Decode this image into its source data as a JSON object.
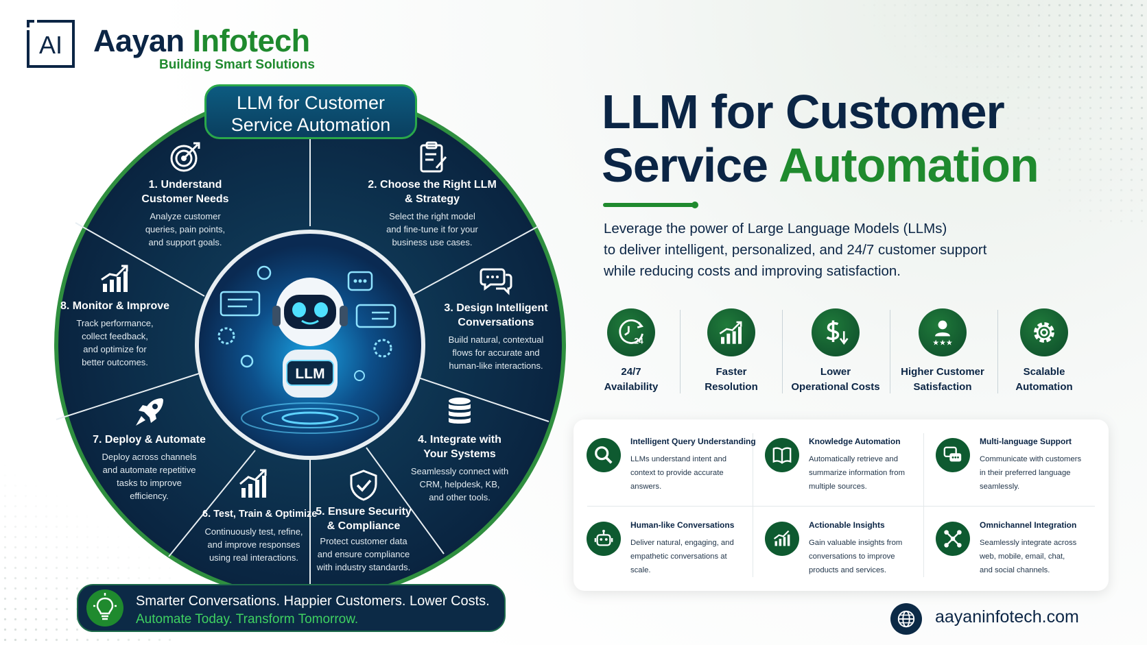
{
  "brand": {
    "logo_mark": "AI",
    "name_part1": "Aayan",
    "name_part2": "Infotech",
    "tagline": "Building Smart Solutions"
  },
  "wheel": {
    "badge_line1": "LLM for Customer",
    "badge_line2": "Service Automation",
    "center_label": "LLM",
    "segments": [
      {
        "title_1": "1. Understand",
        "title_2": "Customer Needs",
        "desc_1": "Analyze customer",
        "desc_2": "queries, pain points,",
        "desc_3": "and support goals.",
        "icon": "target-icon"
      },
      {
        "title_1": "2. Choose the Right LLM",
        "title_2": "& Strategy",
        "desc_1": "Select the right model",
        "desc_2": "and fine-tune it for your",
        "desc_3": "business use cases.",
        "icon": "clipboard-icon"
      },
      {
        "title_1": "3. Design Intelligent",
        "title_2": "Conversations",
        "desc_1": "Build natural, contextual",
        "desc_2": "flows for accurate and",
        "desc_3": "human-like interactions.",
        "icon": "chat-bubbles-icon"
      },
      {
        "title_1": "4. Integrate with",
        "title_2": "Your Systems",
        "desc_1": "Seamlessly connect with",
        "desc_2": "CRM, helpdesk, KB,",
        "desc_3": "and other tools.",
        "icon": "database-icon"
      },
      {
        "title_1": "5. Ensure Security",
        "title_2": "& Compliance",
        "desc_1": "Protect customer data",
        "desc_2": "and ensure compliance",
        "desc_3": "with industry standards.",
        "icon": "shield-check-icon"
      },
      {
        "title_1": "6. Test, Train & Optimize",
        "title_2": "",
        "desc_1": "Continuously test, refine,",
        "desc_2": "and improve responses",
        "desc_3": "using real interactions.",
        "icon": "bar-chart-icon"
      },
      {
        "title_1": "7. Deploy & Automate",
        "title_2": "",
        "desc_1": "Deploy across channels",
        "desc_2": "and automate repetitive",
        "desc_3": "tasks to improve",
        "desc_4": "efficiency.",
        "icon": "rocket-icon"
      },
      {
        "title_1": "8. Monitor & Improve",
        "title_2": "",
        "desc_1": "Track performance,",
        "desc_2": "collect feedback,",
        "desc_3": "and optimize for",
        "desc_4": "better outcomes.",
        "icon": "growth-chart-icon"
      }
    ]
  },
  "tagbar": {
    "line1": "Smarter Conversations. Happier Customers. Lower Costs.",
    "line2": "Automate Today. Transform Tomorrow."
  },
  "hero": {
    "title_line1": "LLM for Customer",
    "title_line2a": "Service",
    "title_line2b": "Automation",
    "lead_1": "Leverage the power of Large Language Models (LLMs)",
    "lead_2": "to deliver intelligent, personalized, and 24/7 customer support",
    "lead_3": "while reducing costs and improving satisfaction."
  },
  "benefits": [
    {
      "line1": "24/7",
      "line2": "Availability",
      "icon": "clock-24-icon",
      "icon_text": "24"
    },
    {
      "line1": "Faster",
      "line2": "Resolution",
      "icon": "growth-chart-icon"
    },
    {
      "line1": "Lower",
      "line2": "Operational Costs",
      "icon": "dollar-down-icon"
    },
    {
      "line1": "Higher Customer",
      "line2": "Satisfaction",
      "icon": "user-stars-icon"
    },
    {
      "line1": "Scalable",
      "line2": "Automation",
      "icon": "gear-icon"
    }
  ],
  "features": [
    {
      "title": "Intelligent Query Understanding",
      "d1": "LLMs understand intent and",
      "d2": "context to provide accurate",
      "d3": "answers.",
      "icon": "search-icon"
    },
    {
      "title": "Knowledge Automation",
      "d1": "Automatically retrieve and",
      "d2": "summarize information from",
      "d3": "multiple sources.",
      "icon": "book-icon"
    },
    {
      "title": "Multi-language Support",
      "d1": "Communicate with customers",
      "d2": "in their preferred language",
      "d3": "seamlessly.",
      "icon": "translate-chat-icon"
    },
    {
      "title": "Human-like Conversations",
      "d1": "Deliver natural, engaging, and",
      "d2": "empathetic conversations at",
      "d3": "scale.",
      "icon": "robot-icon"
    },
    {
      "title": "Actionable Insights",
      "d1": "Gain valuable insights from",
      "d2": "conversations to improve",
      "d3": "products and services.",
      "icon": "insights-chart-icon"
    },
    {
      "title": "Omnichannel Integration",
      "d1": "Seamlessly integrate across",
      "d2": "web, mobile, email, chat,",
      "d3": "and social channels.",
      "icon": "network-icon"
    }
  ],
  "footer": {
    "website": "aayaninfotech.com"
  },
  "colors": {
    "navy": "#0b2545",
    "green": "#1f8a2e",
    "wheel_dark": "#0c2a46",
    "accent_bright": "#3fd161"
  }
}
